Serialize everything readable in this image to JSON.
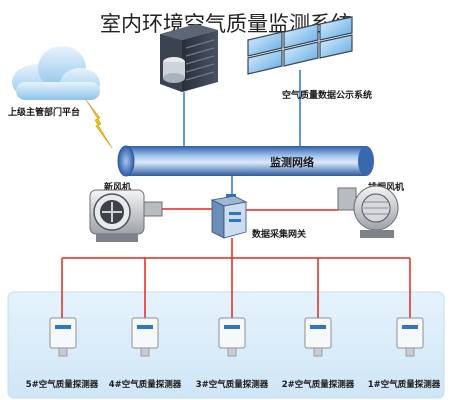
{
  "title": "室内环境空气质量监测系统",
  "upper_dept": "上级主管部门平台",
  "display_system": "空气质量数据公示系统",
  "monitor_network": "监测网络",
  "gateway": "数据采集网关",
  "fresh_air_fan": "新风机",
  "exhaust_fan": "排烟风机",
  "detectors": [
    "5#空气质量探测器",
    "4#空气质量探测器",
    "3#空气质量探测器",
    "2#空气质量探测器",
    "1#空气质量探测器"
  ],
  "colors": {
    "link_red": "#e0281e",
    "pipe_blue": "#3b6fb5",
    "bus_blue": "#2f74c7",
    "zone_bg": "#d9ecfa",
    "lightning": "#f3c21b"
  }
}
